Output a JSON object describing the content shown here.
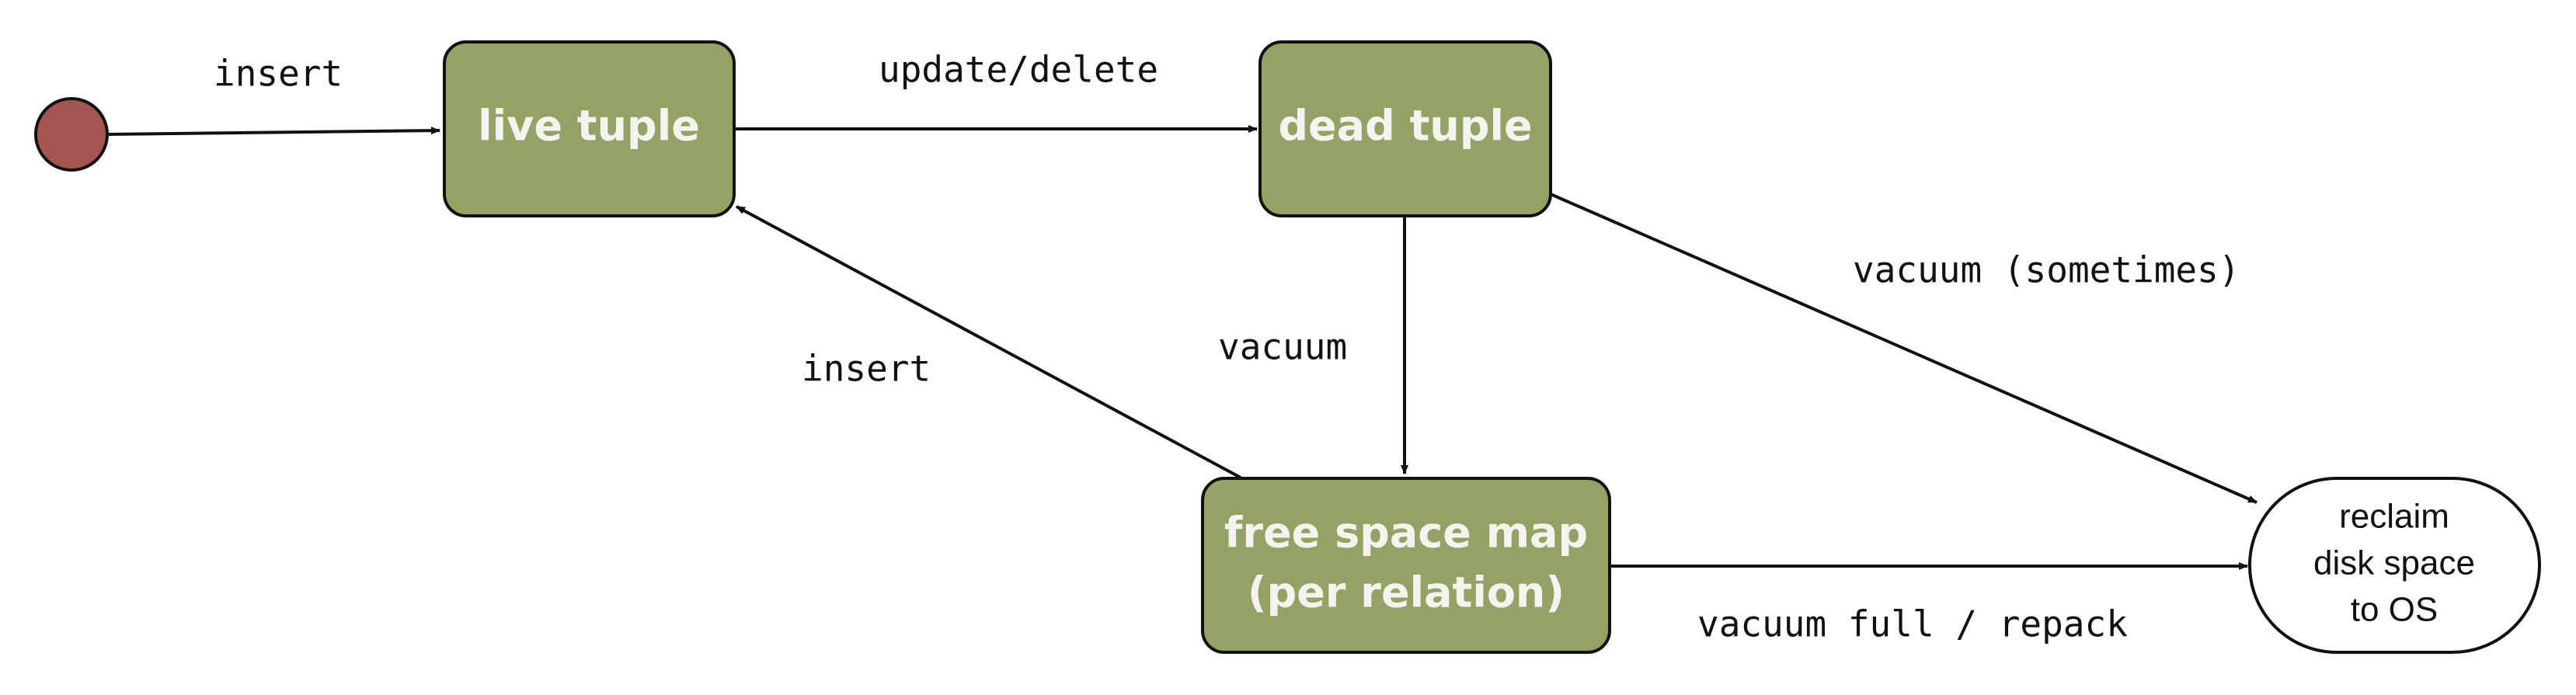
{
  "colors": {
    "state_fill": "#95a266",
    "start_node": "#a55550",
    "terminal_fill": "#ffffff",
    "stroke": "#111111"
  },
  "states": {
    "live_tuple": "live tuple",
    "dead_tuple": "dead tuple",
    "fsm_line1": "free space map",
    "fsm_line2": "(per relation)"
  },
  "terminal": {
    "line1": "reclaim",
    "line2": "disk space",
    "line3": "to OS"
  },
  "edges": {
    "start_to_live": "insert",
    "live_to_dead": "update/delete",
    "dead_to_fsm": "vacuum",
    "fsm_to_live": "insert",
    "dead_to_reclaim": "vacuum (sometimes)",
    "fsm_to_reclaim": "vacuum full / repack"
  }
}
